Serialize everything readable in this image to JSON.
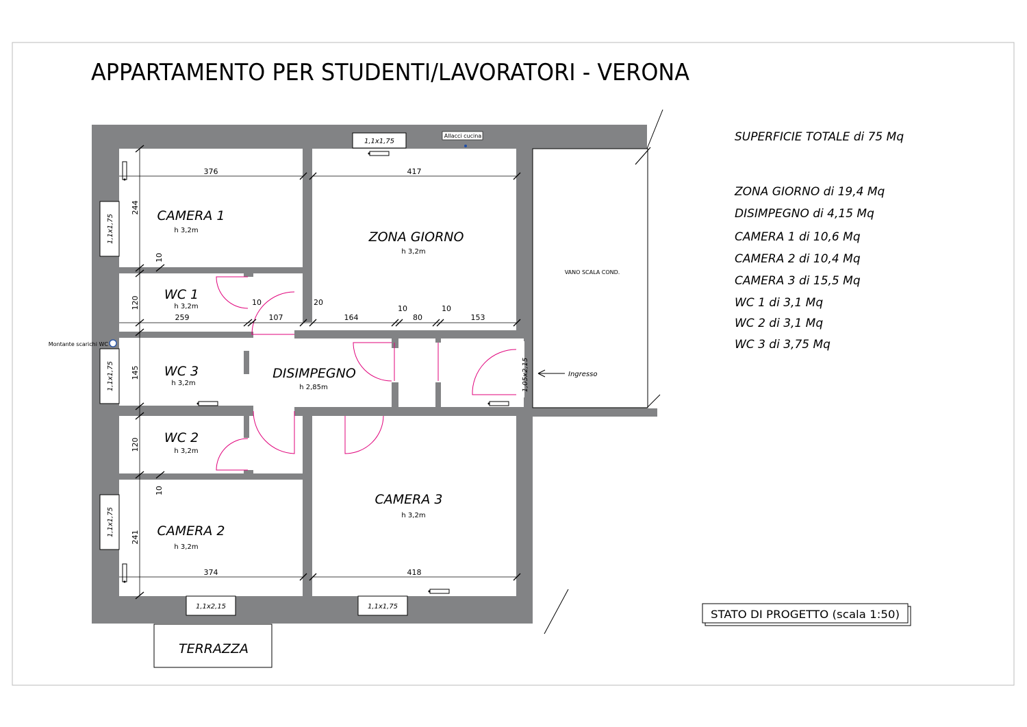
{
  "title": "APPARTAMENTO PER STUDENTI/LAVORATORI - VERONA",
  "stamp": "STATO DI PROGETTO (scala 1:50)",
  "rooms": {
    "camera1": {
      "name": "CAMERA 1",
      "height": "h 3,2m"
    },
    "camera2": {
      "name": "CAMERA 2",
      "height": "h 3,2m"
    },
    "camera3": {
      "name": "CAMERA 3",
      "height": "h 3,2m"
    },
    "zona_giorno": {
      "name": "ZONA GIORNO",
      "height": "h 3,2m"
    },
    "wc1": {
      "name": "WC 1",
      "height": "h 3,2m"
    },
    "wc2": {
      "name": "WC 2",
      "height": "h 3,2m"
    },
    "wc3": {
      "name": "WC 3",
      "height": "h 3,2m"
    },
    "disimpegno": {
      "name": "DISIMPEGNO",
      "height": "h 2,85m"
    },
    "vano_scala": {
      "name": "VANO SCALA COND."
    },
    "terrazza": {
      "name": "TERRAZZA"
    }
  },
  "labels": {
    "allacci": "Allacci cucina",
    "montante": "Montante scarichi WC",
    "ingresso": "Ingresso"
  },
  "windows": {
    "top": "1,1x1,75",
    "left_c1": "1,1x1,75",
    "left_wc3": "1,1x1,75",
    "left_c2": "1,1x1,75",
    "bottom_c2": "1,1x2,15",
    "bottom_c3": "1,1x1,75",
    "entry": "1,05x2,15"
  },
  "dims": {
    "c1_w": "376",
    "c1_h": "244",
    "zg_w": "417",
    "c2_w": "374",
    "c2_h": "241",
    "c3_w": "418",
    "wc1_h": "120",
    "wc3_h": "145",
    "wc2_h": "120",
    "d259": "259",
    "d107": "107",
    "d164": "164",
    "d80": "80",
    "d153": "153",
    "d10a": "10",
    "d10b": "10",
    "d10c": "10",
    "d10d": "10",
    "d10e": "10",
    "d20": "20"
  },
  "summary": {
    "total": "SUPERFICIE TOTALE di 75 Mq",
    "items": [
      "ZONA GIORNO di 19,4 Mq",
      "DISIMPEGNO di 4,15 Mq",
      "CAMERA 1 di 10,6 Mq",
      "CAMERA 2 di 10,4 Mq",
      "CAMERA 3 di 15,5 Mq",
      "WC 1 di 3,1 Mq",
      "WC 2 di 3,1 Mq",
      "WC 3 di 3,75 Mq"
    ]
  }
}
